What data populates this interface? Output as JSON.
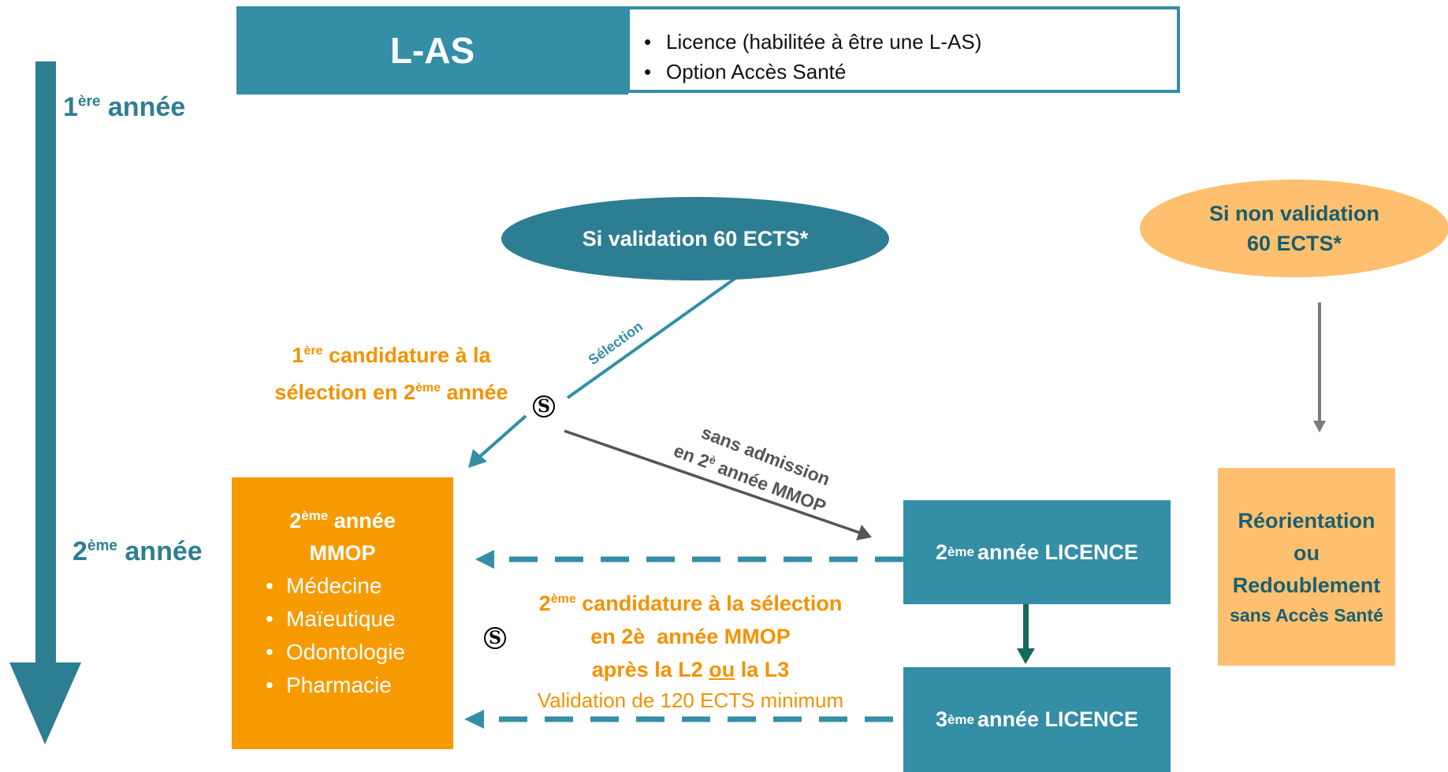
{
  "header": {
    "title": "L-AS",
    "bullets": [
      "Licence (habilitée à être une L-AS)",
      "Option Accès Santé"
    ]
  },
  "years": {
    "first": {
      "num": "1",
      "sup": "ère",
      "word": " année"
    },
    "second": {
      "num": "2",
      "sup": "ème",
      "word": " année"
    }
  },
  "validation": {
    "yes": "Si validation 60 ECTS*",
    "no_line1": "Si non validation",
    "no_line2": "60 ECTS*"
  },
  "first_application": {
    "l1_num": "1",
    "l1_sup": "ère",
    "l1_rest": " candidature à la",
    "l2_pre": "sélection en 2",
    "l2_sup": "ème",
    "l2_rest": " année"
  },
  "edge_labels": {
    "selection": "Sélection",
    "no_admission_line1": "sans admission",
    "no_admission_line2_pre": "en 2",
    "no_admission_line2_sup": "è",
    "no_admission_line2_rest": " année MMOP"
  },
  "mmop_box": {
    "title_num": "2",
    "title_sup": "ème",
    "title_rest": " année",
    "title_line2": "MMOP",
    "items": [
      "Médecine",
      "Maïeutique",
      "Odontologie",
      "Pharmacie"
    ]
  },
  "licence_boxes": {
    "l2_num": "2",
    "l2_sup": "ème",
    "l2_rest": " année LICENCE",
    "l3_num": "3",
    "l3_sup": "ème",
    "l3_rest": " année LICENCE"
  },
  "second_application": {
    "l1_num": "2",
    "l1_sup": "ème",
    "l1_rest": " candidature à la sélection",
    "l2": "en 2è  année MMOP",
    "l3_pre": "après la L2 ",
    "l3_underlined": "ou",
    "l3_post": " la L3",
    "l4": "Validation de 120 ECTS minimum"
  },
  "reorientation": {
    "line1": "Réorientation",
    "line2": "ou",
    "line3": "Redoublement",
    "line4": "sans Accès Santé"
  },
  "selection_symbol": "S",
  "colors": {
    "teal": "#338ea6",
    "teal_dark": "#2e7e93",
    "green_teal": "#16695e",
    "orange": "#f79a00",
    "orange_text": "#f39200",
    "light_orange": "#fec06e",
    "grey": "#555555"
  }
}
